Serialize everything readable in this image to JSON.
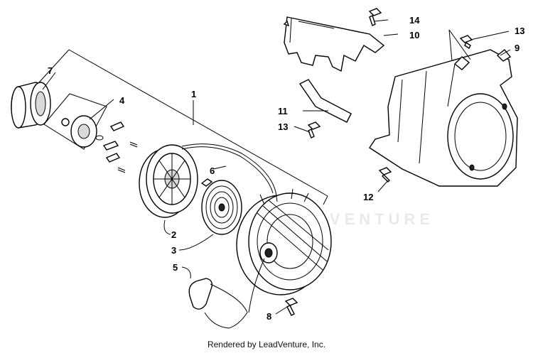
{
  "callouts": {
    "c1": "1",
    "c2": "2",
    "c3": "3",
    "c4": "4",
    "c5": "5",
    "c6": "6",
    "c7": "7",
    "c8": "8",
    "c9": "9",
    "c10": "10",
    "c11": "11",
    "c12": "12",
    "c13a": "13",
    "c13b": "13",
    "c14": "14"
  },
  "watermark": "LEADVENTURE",
  "footer": "Rendered by LeadVenture, Inc."
}
